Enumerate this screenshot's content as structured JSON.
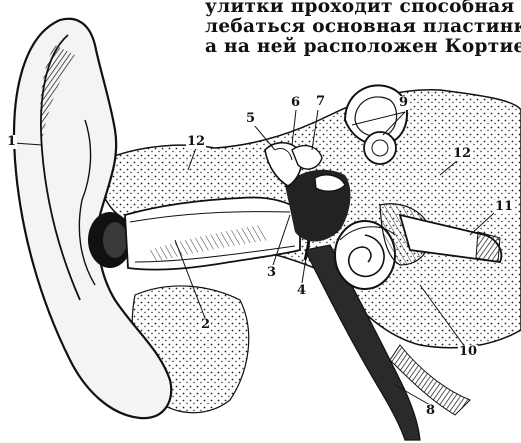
{
  "page_text": {
    "lines": [
      "улитки проходит способная ко",
      "лебаться основная пластинка",
      "а на ней расположен Кортие"
    ]
  },
  "figure": {
    "callouts": [
      "1",
      "2",
      "3",
      "4",
      "5",
      "6",
      "7",
      "8",
      "9",
      "10",
      "11",
      "12",
      "12"
    ]
  }
}
